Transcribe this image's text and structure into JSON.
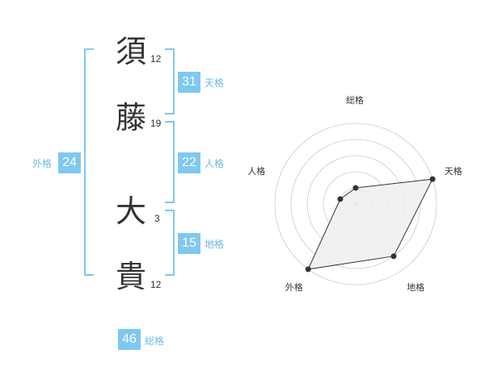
{
  "name": {
    "chars": [
      {
        "char": "須",
        "strokes": "12"
      },
      {
        "char": "藤",
        "strokes": "19"
      },
      {
        "char": "大",
        "strokes": "3"
      },
      {
        "char": "貴",
        "strokes": "12"
      }
    ]
  },
  "kaku": {
    "tenkaku": {
      "label": "天格",
      "value": "31"
    },
    "jinkaku": {
      "label": "人格",
      "value": "22"
    },
    "chikaku": {
      "label": "地格",
      "value": "15"
    },
    "gaikaku": {
      "label": "外格",
      "value": "24"
    },
    "soukaku": {
      "label": "総格",
      "value": "46"
    }
  },
  "colors": {
    "accent": "#7fc8f0",
    "label": "#6cb9e6",
    "text": "#333333",
    "radar_fill": "#eeeeee",
    "radar_grid": "#cccccc"
  },
  "chart_data": {
    "type": "radar",
    "axes": [
      "総格",
      "天格",
      "地格",
      "外格",
      "人格"
    ],
    "values": [
      1,
      5,
      4,
      5,
      1
    ],
    "range": [
      0,
      5
    ],
    "rings": 5
  }
}
